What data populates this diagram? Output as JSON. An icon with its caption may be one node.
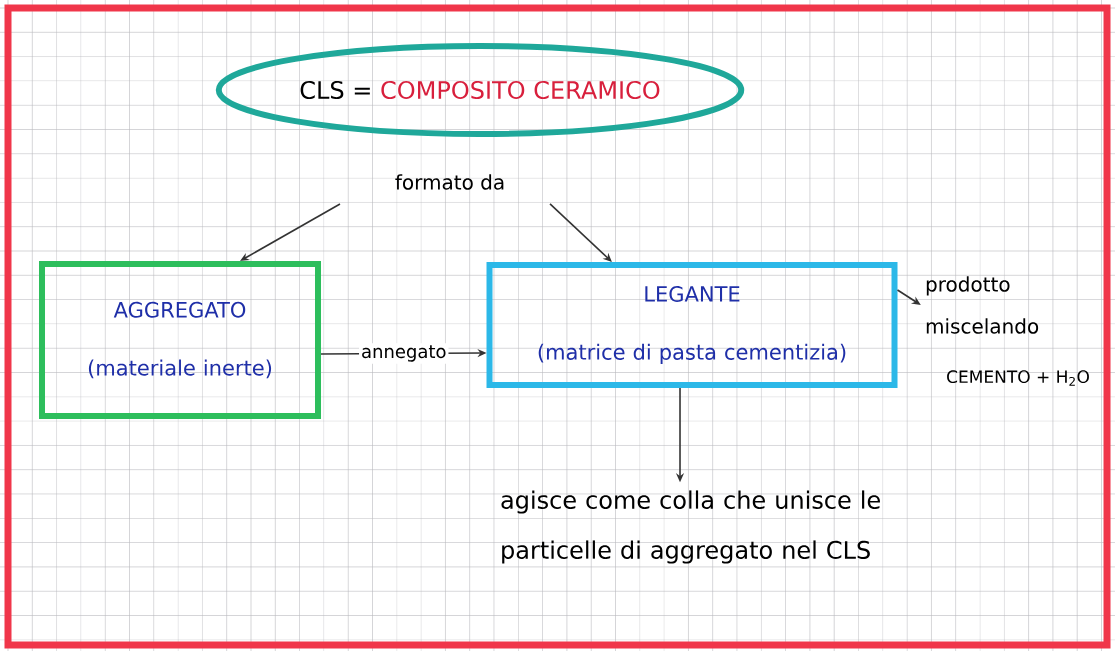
{
  "diagram": {
    "nodes": [
      {
        "text": [
          "CLS =",
          "COMPOSITO CERAMICO"
        ]
      },
      {
        "text": [
          "formato da"
        ]
      },
      {
        "text": [
          "AGGREGATO",
          "(materiale inerte)"
        ]
      },
      {
        "text": [
          "LEGANTE",
          "(matrice di pasta cementizia)"
        ]
      },
      {
        "text": [
          "prodotto miscelando"
        ]
      },
      {
        "text": [
          "agisce come colla che unisce le particelle di aggregato nel CLS"
        ]
      }
    ],
    "edges": [
      {
        "from": 1,
        "to": 2,
        "arrow": "to"
      },
      {
        "from": 1,
        "to": 3,
        "arrow": "to"
      },
      {
        "from": 2,
        "to": 3,
        "arrow": "to",
        "label": "annegato"
      },
      {
        "from": 3,
        "to": 4,
        "arrow": "to"
      },
      {
        "from": 3,
        "to": 5,
        "arrow": "to"
      }
    ],
    "labels": [
      "CEMENTO + H$_{2}$O"
    ]
  }
}
